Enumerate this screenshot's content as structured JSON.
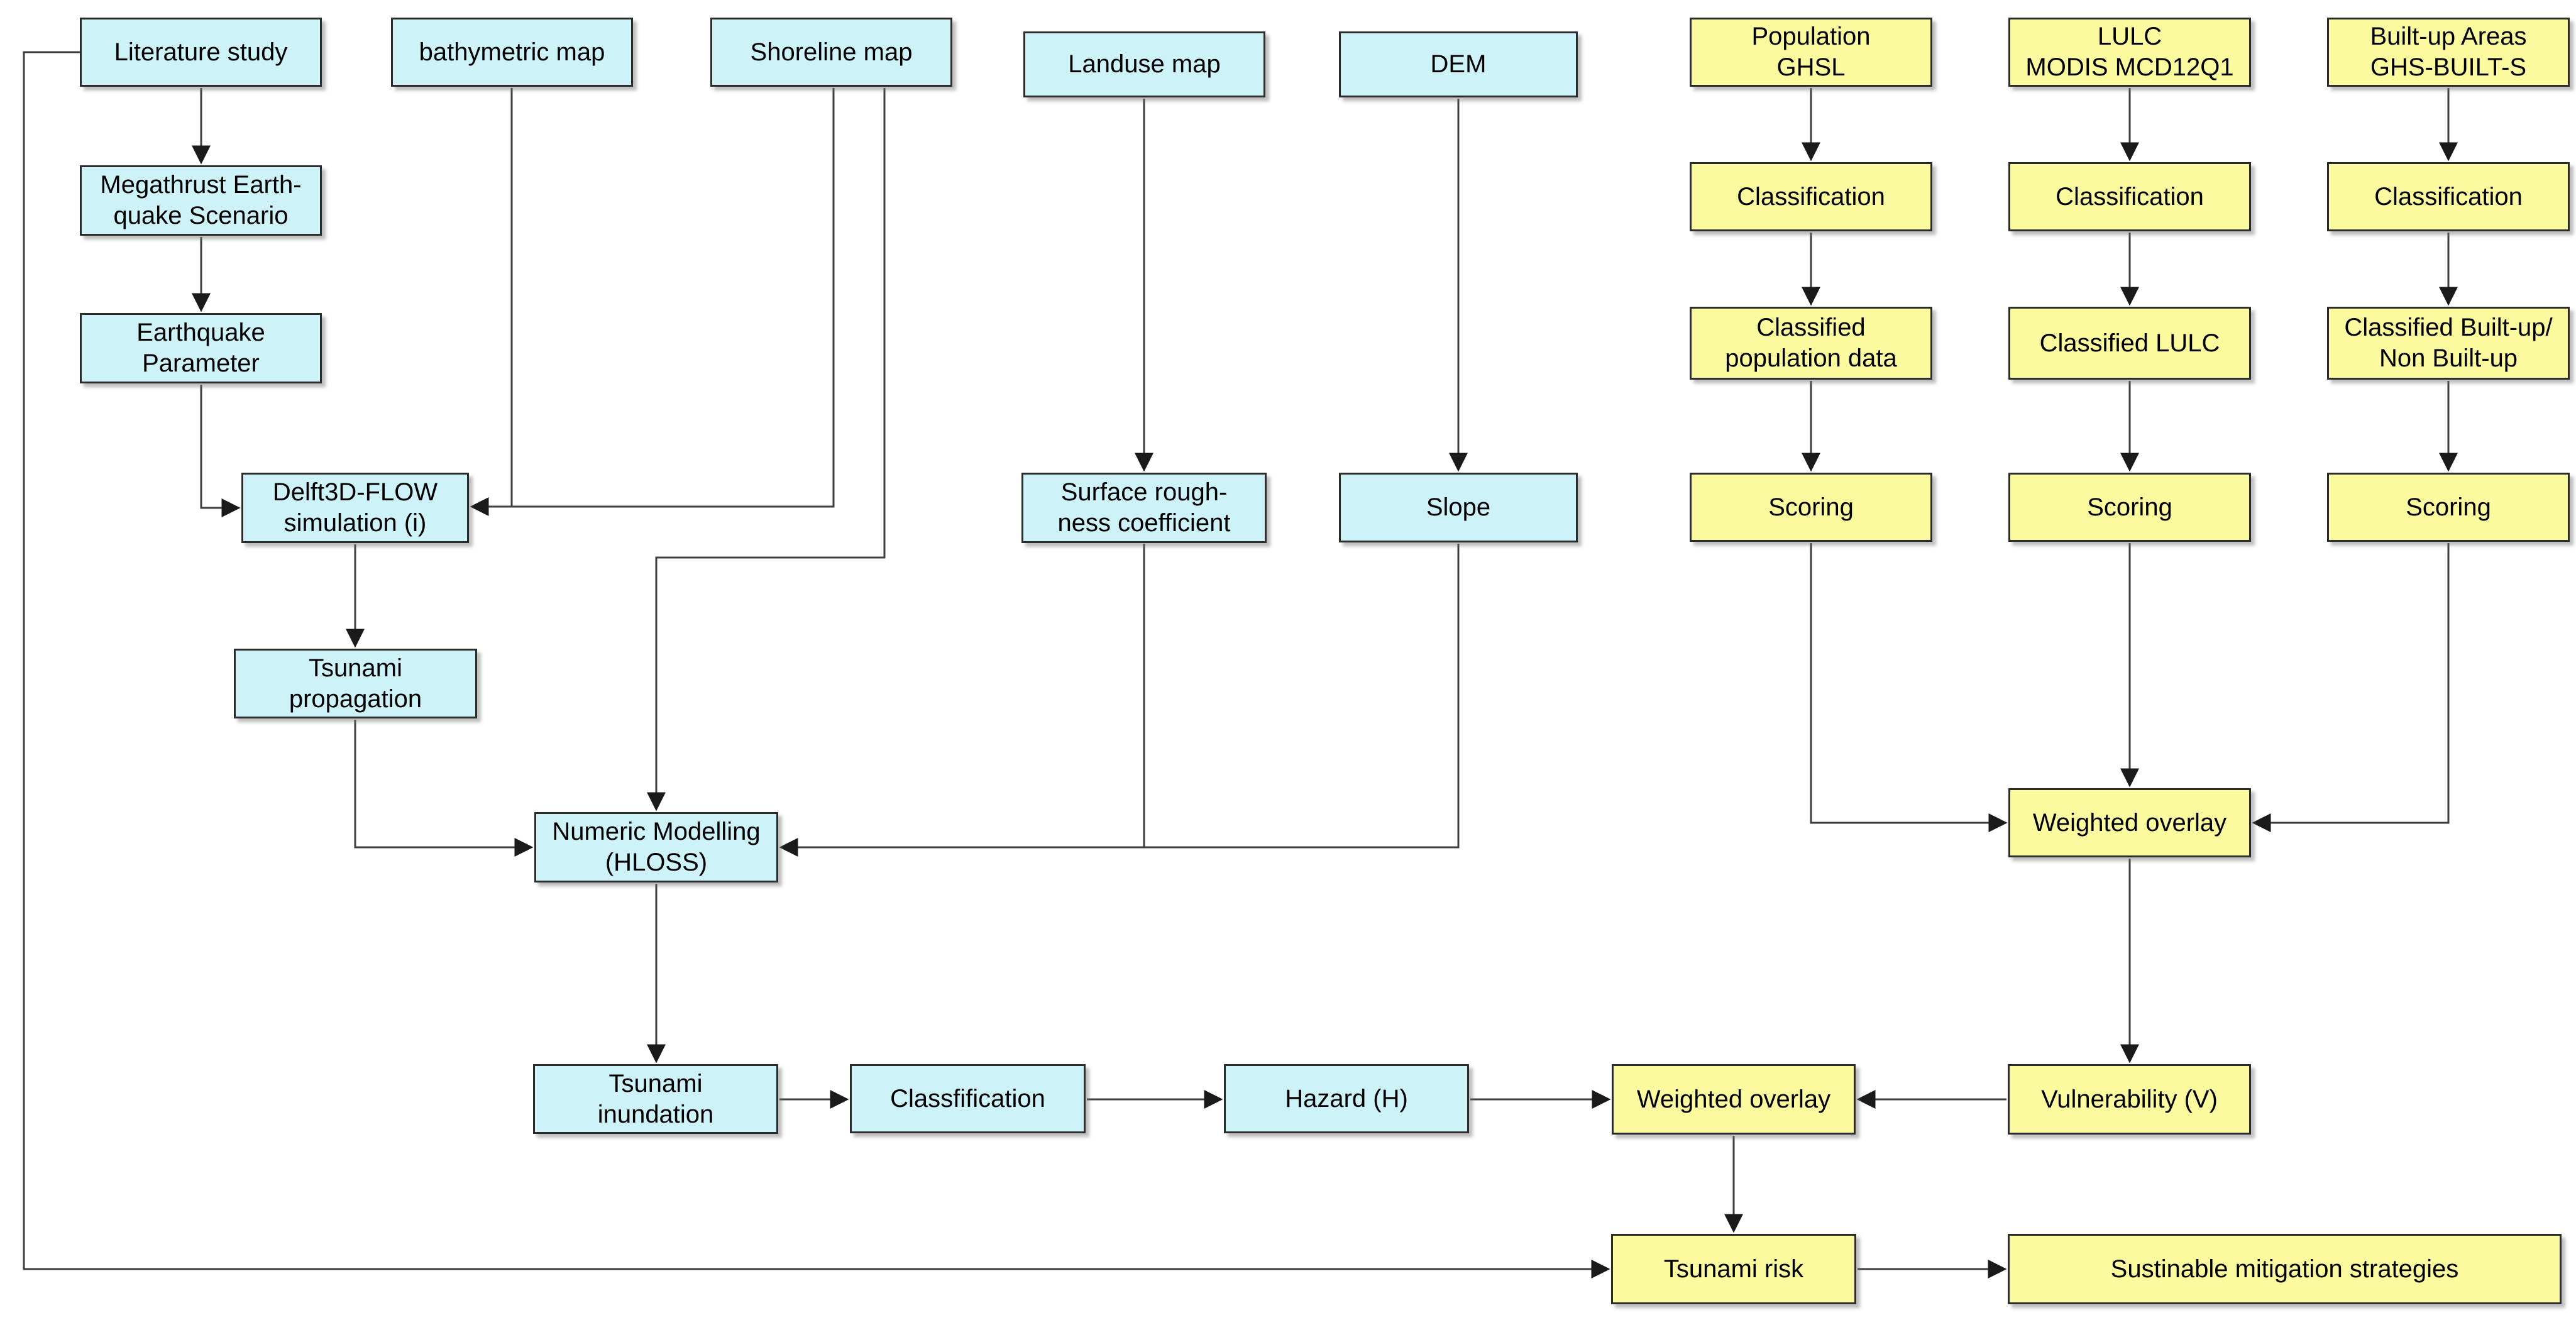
{
  "diagram_title": "Tsunami risk assessment workflow",
  "colors": {
    "input_process_fill": "#cdf3f8",
    "vulnerability_fill": "#fbfa9e",
    "box_border": "#2b2b2b",
    "connector_line": "#3f3f3f",
    "text": "#000000",
    "background": "#ffffff"
  },
  "nodes": {
    "literature_study": {
      "label": "Literature study"
    },
    "bathymetric_map": {
      "label": "bathymetric map"
    },
    "shoreline_map": {
      "label": "Shoreline map"
    },
    "landuse_map": {
      "label": "Landuse map"
    },
    "dem": {
      "label": "DEM"
    },
    "population_ghsl": {
      "label": "Population\nGHSL"
    },
    "lulc_modis": {
      "label": "LULC\nMODIS MCD12Q1"
    },
    "builtup_areas": {
      "label": "Built-up Areas\nGHS-BUILT-S"
    },
    "megathrust_scenario": {
      "label": "Megathrust Earth-\nquake Scenario"
    },
    "earthquake_parameter": {
      "label": "Earthquake\nParameter"
    },
    "delft3d_flow": {
      "label": "Delft3D-FLOW\nsimulation (i)"
    },
    "tsunami_propagation": {
      "label": "Tsunami\npropagation"
    },
    "numeric_modelling": {
      "label": "Numeric Modelling\n(HLOSS)"
    },
    "surface_roughness": {
      "label": "Surface rough-\nness coefficient"
    },
    "slope": {
      "label": "Slope"
    },
    "classification_pop": {
      "label": "Classification"
    },
    "classification_lulc": {
      "label": "Classification"
    },
    "classification_builtup": {
      "label": "Classification"
    },
    "classified_population": {
      "label": "Classified\npopulation data"
    },
    "classified_lulc": {
      "label": "Classified LULC"
    },
    "classified_builtup": {
      "label": "Classified Built-up/\nNon Built-up"
    },
    "scoring_pop": {
      "label": "Scoring"
    },
    "scoring_lulc": {
      "label": "Scoring"
    },
    "scoring_builtup": {
      "label": "Scoring"
    },
    "weighted_overlay_upper": {
      "label": "Weighted overlay"
    },
    "tsunami_inundation": {
      "label": "Tsunami\ninundation"
    },
    "classfification": {
      "label": "Classfification"
    },
    "hazard": {
      "label": "Hazard (H)"
    },
    "weighted_overlay_lower": {
      "label": "Weighted overlay"
    },
    "vulnerability": {
      "label": "Vulnerability (V)"
    },
    "tsunami_risk": {
      "label": "Tsunami risk"
    },
    "sustainable_mitigation": {
      "label": "Sustinable mitigation strategies"
    }
  },
  "edges": [
    {
      "from": "literature_study",
      "to": "megathrust_scenario"
    },
    {
      "from": "megathrust_scenario",
      "to": "earthquake_parameter"
    },
    {
      "from": "earthquake_parameter",
      "to": "delft3d_flow"
    },
    {
      "from": "bathymetric_map",
      "to": "delft3d_flow"
    },
    {
      "from": "shoreline_map",
      "to": "delft3d_flow"
    },
    {
      "from": "shoreline_map",
      "to": "numeric_modelling"
    },
    {
      "from": "delft3d_flow",
      "to": "tsunami_propagation"
    },
    {
      "from": "tsunami_propagation",
      "to": "numeric_modelling"
    },
    {
      "from": "landuse_map",
      "to": "surface_roughness"
    },
    {
      "from": "surface_roughness",
      "to": "numeric_modelling"
    },
    {
      "from": "dem",
      "to": "slope"
    },
    {
      "from": "slope",
      "to": "numeric_modelling"
    },
    {
      "from": "numeric_modelling",
      "to": "tsunami_inundation"
    },
    {
      "from": "tsunami_inundation",
      "to": "classfification"
    },
    {
      "from": "classfification",
      "to": "hazard"
    },
    {
      "from": "hazard",
      "to": "weighted_overlay_lower"
    },
    {
      "from": "population_ghsl",
      "to": "classification_pop"
    },
    {
      "from": "classification_pop",
      "to": "classified_population"
    },
    {
      "from": "classified_population",
      "to": "scoring_pop"
    },
    {
      "from": "scoring_pop",
      "to": "weighted_overlay_upper"
    },
    {
      "from": "lulc_modis",
      "to": "classification_lulc"
    },
    {
      "from": "classification_lulc",
      "to": "classified_lulc"
    },
    {
      "from": "classified_lulc",
      "to": "scoring_lulc"
    },
    {
      "from": "scoring_lulc",
      "to": "weighted_overlay_upper"
    },
    {
      "from": "builtup_areas",
      "to": "classification_builtup"
    },
    {
      "from": "classification_builtup",
      "to": "classified_builtup"
    },
    {
      "from": "classified_builtup",
      "to": "scoring_builtup"
    },
    {
      "from": "scoring_builtup",
      "to": "weighted_overlay_upper"
    },
    {
      "from": "weighted_overlay_upper",
      "to": "vulnerability"
    },
    {
      "from": "vulnerability",
      "to": "weighted_overlay_lower"
    },
    {
      "from": "weighted_overlay_lower",
      "to": "tsunami_risk"
    },
    {
      "from": "literature_study",
      "to": "tsunami_risk"
    },
    {
      "from": "tsunami_risk",
      "to": "sustainable_mitigation"
    }
  ]
}
